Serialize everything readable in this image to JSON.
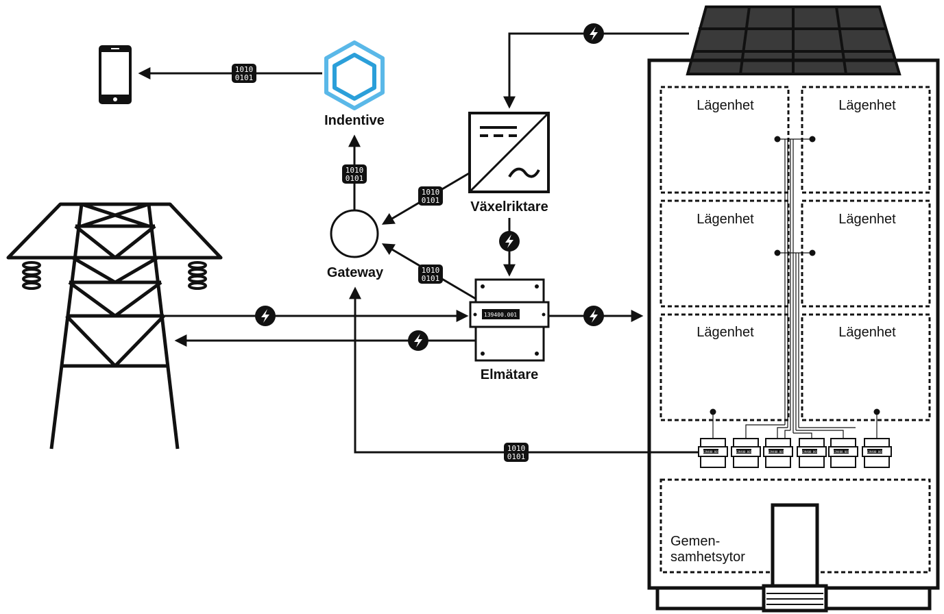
{
  "labels": {
    "indentive": "Indentive",
    "gateway": "Gateway",
    "inverter": "Växelriktare",
    "meter": "Elmätare",
    "common_area_line1": "Gemen-",
    "common_area_line2": "samhetsytor"
  },
  "apartments": [
    "Lägenhet",
    "Lägenhet",
    "Lägenhet",
    "Lägenhet",
    "Lägenhet",
    "Lägenhet"
  ],
  "data_badge": {
    "line1": "1010",
    "line2": "0101"
  },
  "meter_reading": "139400.001",
  "sub_meter_reading": "139400.001",
  "colors": {
    "line": "#111111",
    "accent_blue": "#2b9fd9",
    "panel_dark": "#333333"
  },
  "icons": [
    "phone-icon",
    "indentive-logo-icon",
    "power-tower-icon",
    "solar-panel-icon",
    "inverter-icon",
    "electricity-meter-icon",
    "lightning-icon",
    "data-badge-icon",
    "building-icon",
    "door-icon"
  ]
}
